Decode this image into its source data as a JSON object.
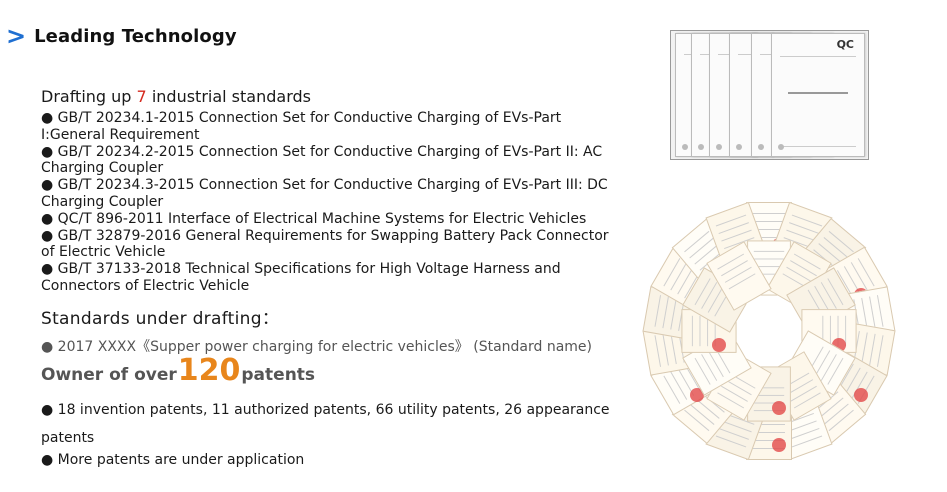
{
  "header": {
    "chevron": ">",
    "title": "Leading Technology"
  },
  "standards": {
    "heading_prefix": "Drafting up ",
    "heading_number": "7",
    "heading_suffix": " industrial standards",
    "items": [
      "●  GB/T 20234.1-2015  Connection Set for Conductive Charging of EVs-Part I:General Requirement",
      "●  GB/T 20234.2-2015  Connection Set for Conductive Charging of EVs-Part II: AC Charging Coupler",
      "●  GB/T 20234.3-2015  Connection Set for Conductive Charging of EVs-Part III: DC Charging Coupler",
      "●  QC/T 896-2011 Interface of Electrical Machine Systems for Electric Vehicles",
      "●  GB/T 32879-2016 General Requirements for Swapping Battery Pack Connector of Electric Vehicle",
      "●  GB/T  37133-2018 Technical Specifications for High Voltage Harness and Connectors of Electric Vehicle"
    ]
  },
  "drafting": {
    "heading": "Standards under drafting：",
    "item": "●  2017 XXXX《Supper power charging for electric vehicles》  (Standard name)"
  },
  "patents": {
    "prefix": "Owner of over",
    "number": "120",
    "suffix": "patents",
    "line1": "●  18 invention patents, 11 authorized patents, 66 utility patents, 26 appearance",
    "line2": "patents",
    "line3": "●  More patents are under application"
  },
  "images": {
    "booklets_mark": "QC"
  },
  "colors": {
    "accent_blue": "#1f6fd1",
    "highlight_red": "#d42a1f",
    "highlight_orange": "#e8861c"
  }
}
